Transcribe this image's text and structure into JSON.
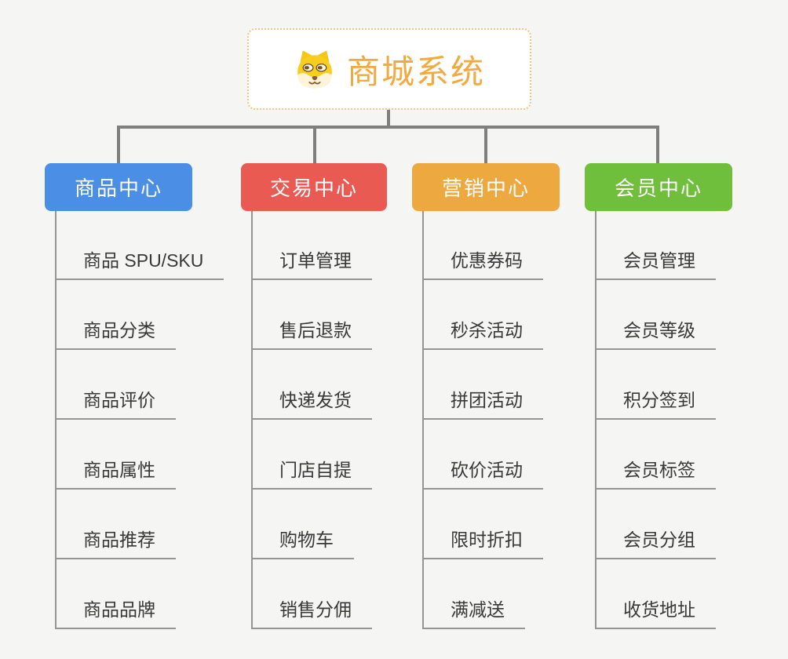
{
  "root": {
    "title": "商城系统",
    "icon": "dog-face-icon"
  },
  "branches": [
    {
      "label": "商品中心",
      "color": "#4a8ee6",
      "items": [
        "商品 SPU/SKU",
        "商品分类",
        "商品评价",
        "商品属性",
        "商品推荐",
        "商品品牌"
      ]
    },
    {
      "label": "交易中心",
      "color": "#e85a52",
      "items": [
        "订单管理",
        "售后退款",
        "快递发货",
        "门店自提",
        "购物车",
        "销售分佣"
      ]
    },
    {
      "label": "营销中心",
      "color": "#eda93f",
      "items": [
        "优惠券码",
        "秒杀活动",
        "拼团活动",
        "砍价活动",
        "限时折扣",
        "满减送"
      ]
    },
    {
      "label": "会员中心",
      "color": "#6fbe3c",
      "items": [
        "会员管理",
        "会员等级",
        "积分签到",
        "会员标签",
        "会员分组",
        "收货地址"
      ]
    }
  ],
  "colors": {
    "background": "#f5f5f4",
    "root_accent": "#f2a93f",
    "root_border": "#f4c37d",
    "connector_thick": "#7f7f7f",
    "connector_thin": "#959595",
    "leaf_text": "#383838"
  }
}
